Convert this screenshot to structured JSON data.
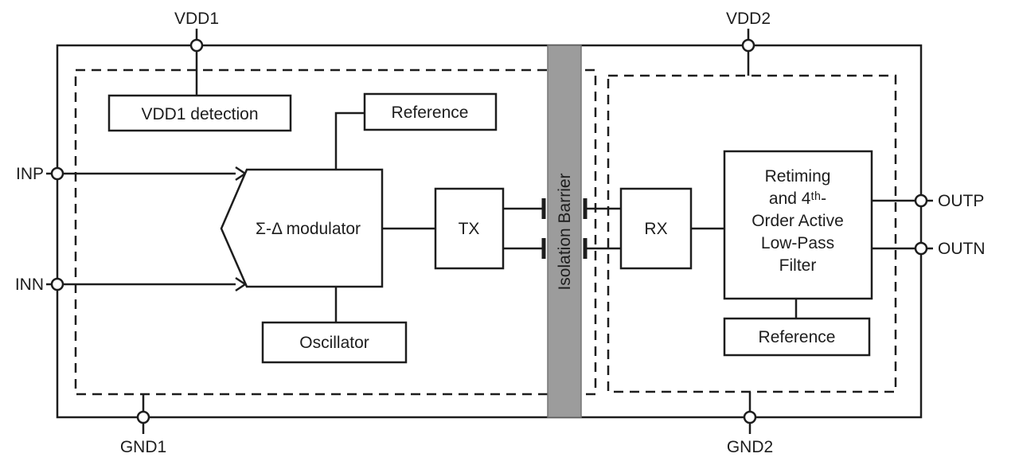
{
  "diagram": {
    "pins": {
      "vdd1": "VDD1",
      "vdd2": "VDD2",
      "gnd1": "GND1",
      "gnd2": "GND2",
      "inp": "INP",
      "inn": "INN",
      "outp": "OUTP",
      "outn": "OUTN"
    },
    "blocks": {
      "vdd1_detection": "VDD1 detection",
      "reference_left": "Reference",
      "modulator": "Σ-Δ modulator",
      "oscillator": "Oscillator",
      "tx": "TX",
      "rx": "RX",
      "reference_right": "Reference",
      "retiming_filter_lines": [
        "Retiming",
        "and 4ᵗʰ-",
        "Order Active",
        "Low-Pass",
        "Filter"
      ]
    },
    "barrier": {
      "label": "Isolation Barrier",
      "fill": "#9c9c9c"
    },
    "colors": {
      "line": "#1d1d1d",
      "text": "#1d1d1d",
      "background": "#ffffff"
    }
  }
}
